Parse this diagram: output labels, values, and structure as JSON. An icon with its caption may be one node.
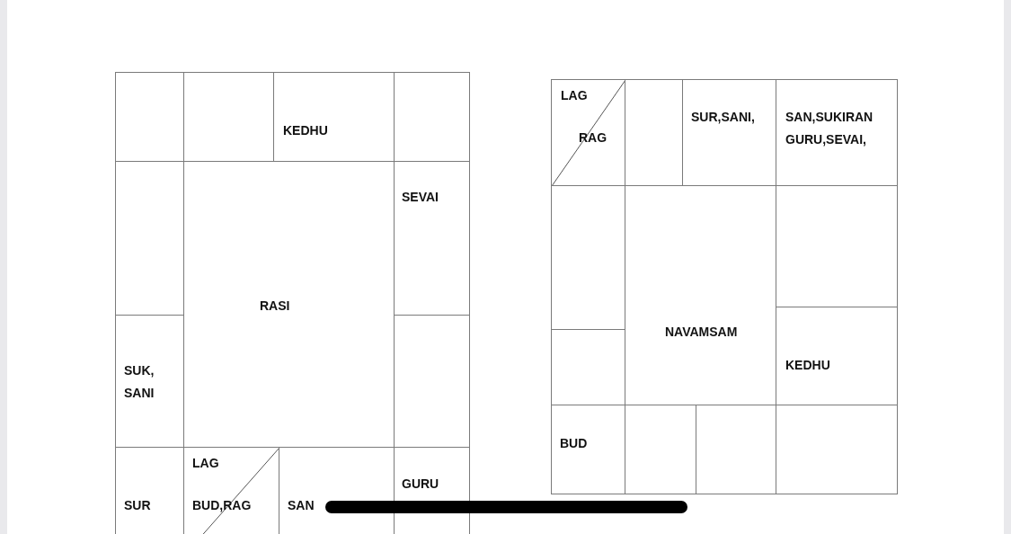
{
  "diagram": {
    "nodes": [
      {
        "text": [],
        "shape": "box"
      },
      {
        "text": [],
        "shape": "box"
      },
      {
        "text": [
          "KEDHU"
        ]
      },
      {
        "text": [],
        "shape": "box"
      },
      {
        "text": [],
        "shape": "box"
      },
      {
        "text": [
          "RASI"
        ]
      },
      {
        "text": [
          "SEVAI"
        ]
      },
      {
        "text": [
          "SUK, SANI"
        ]
      },
      {
        "text": [],
        "shape": "box"
      },
      {
        "text": [
          "SUR"
        ]
      },
      {
        "text": [
          "LAG",
          "BUD,RAG"
        ]
      },
      {
        "text": [
          "SAN"
        ]
      },
      {
        "text": [
          "GURU"
        ]
      },
      {
        "text": [
          "LAG",
          "RAG"
        ]
      },
      {
        "text": [],
        "shape": "box"
      },
      {
        "text": [
          "SUR,SANI,"
        ]
      },
      {
        "text": [
          "SAN,SUKIRAN GURU,SEVAI,"
        ]
      },
      {
        "text": [],
        "shape": "box"
      },
      {
        "text": [
          "NAVAMSAM"
        ]
      },
      {
        "text": [],
        "shape": "box"
      },
      {
        "text": [
          "KEDHU"
        ]
      },
      {
        "text": [],
        "shape": "box"
      },
      {
        "text": [
          "BUD"
        ]
      },
      {
        "text": [],
        "shape": "box"
      },
      {
        "text": [],
        "shape": "box"
      },
      {
        "text": [],
        "shape": "box"
      },
      {
        "text": [],
        "shape": "bar"
      }
    ],
    "edges": []
  }
}
